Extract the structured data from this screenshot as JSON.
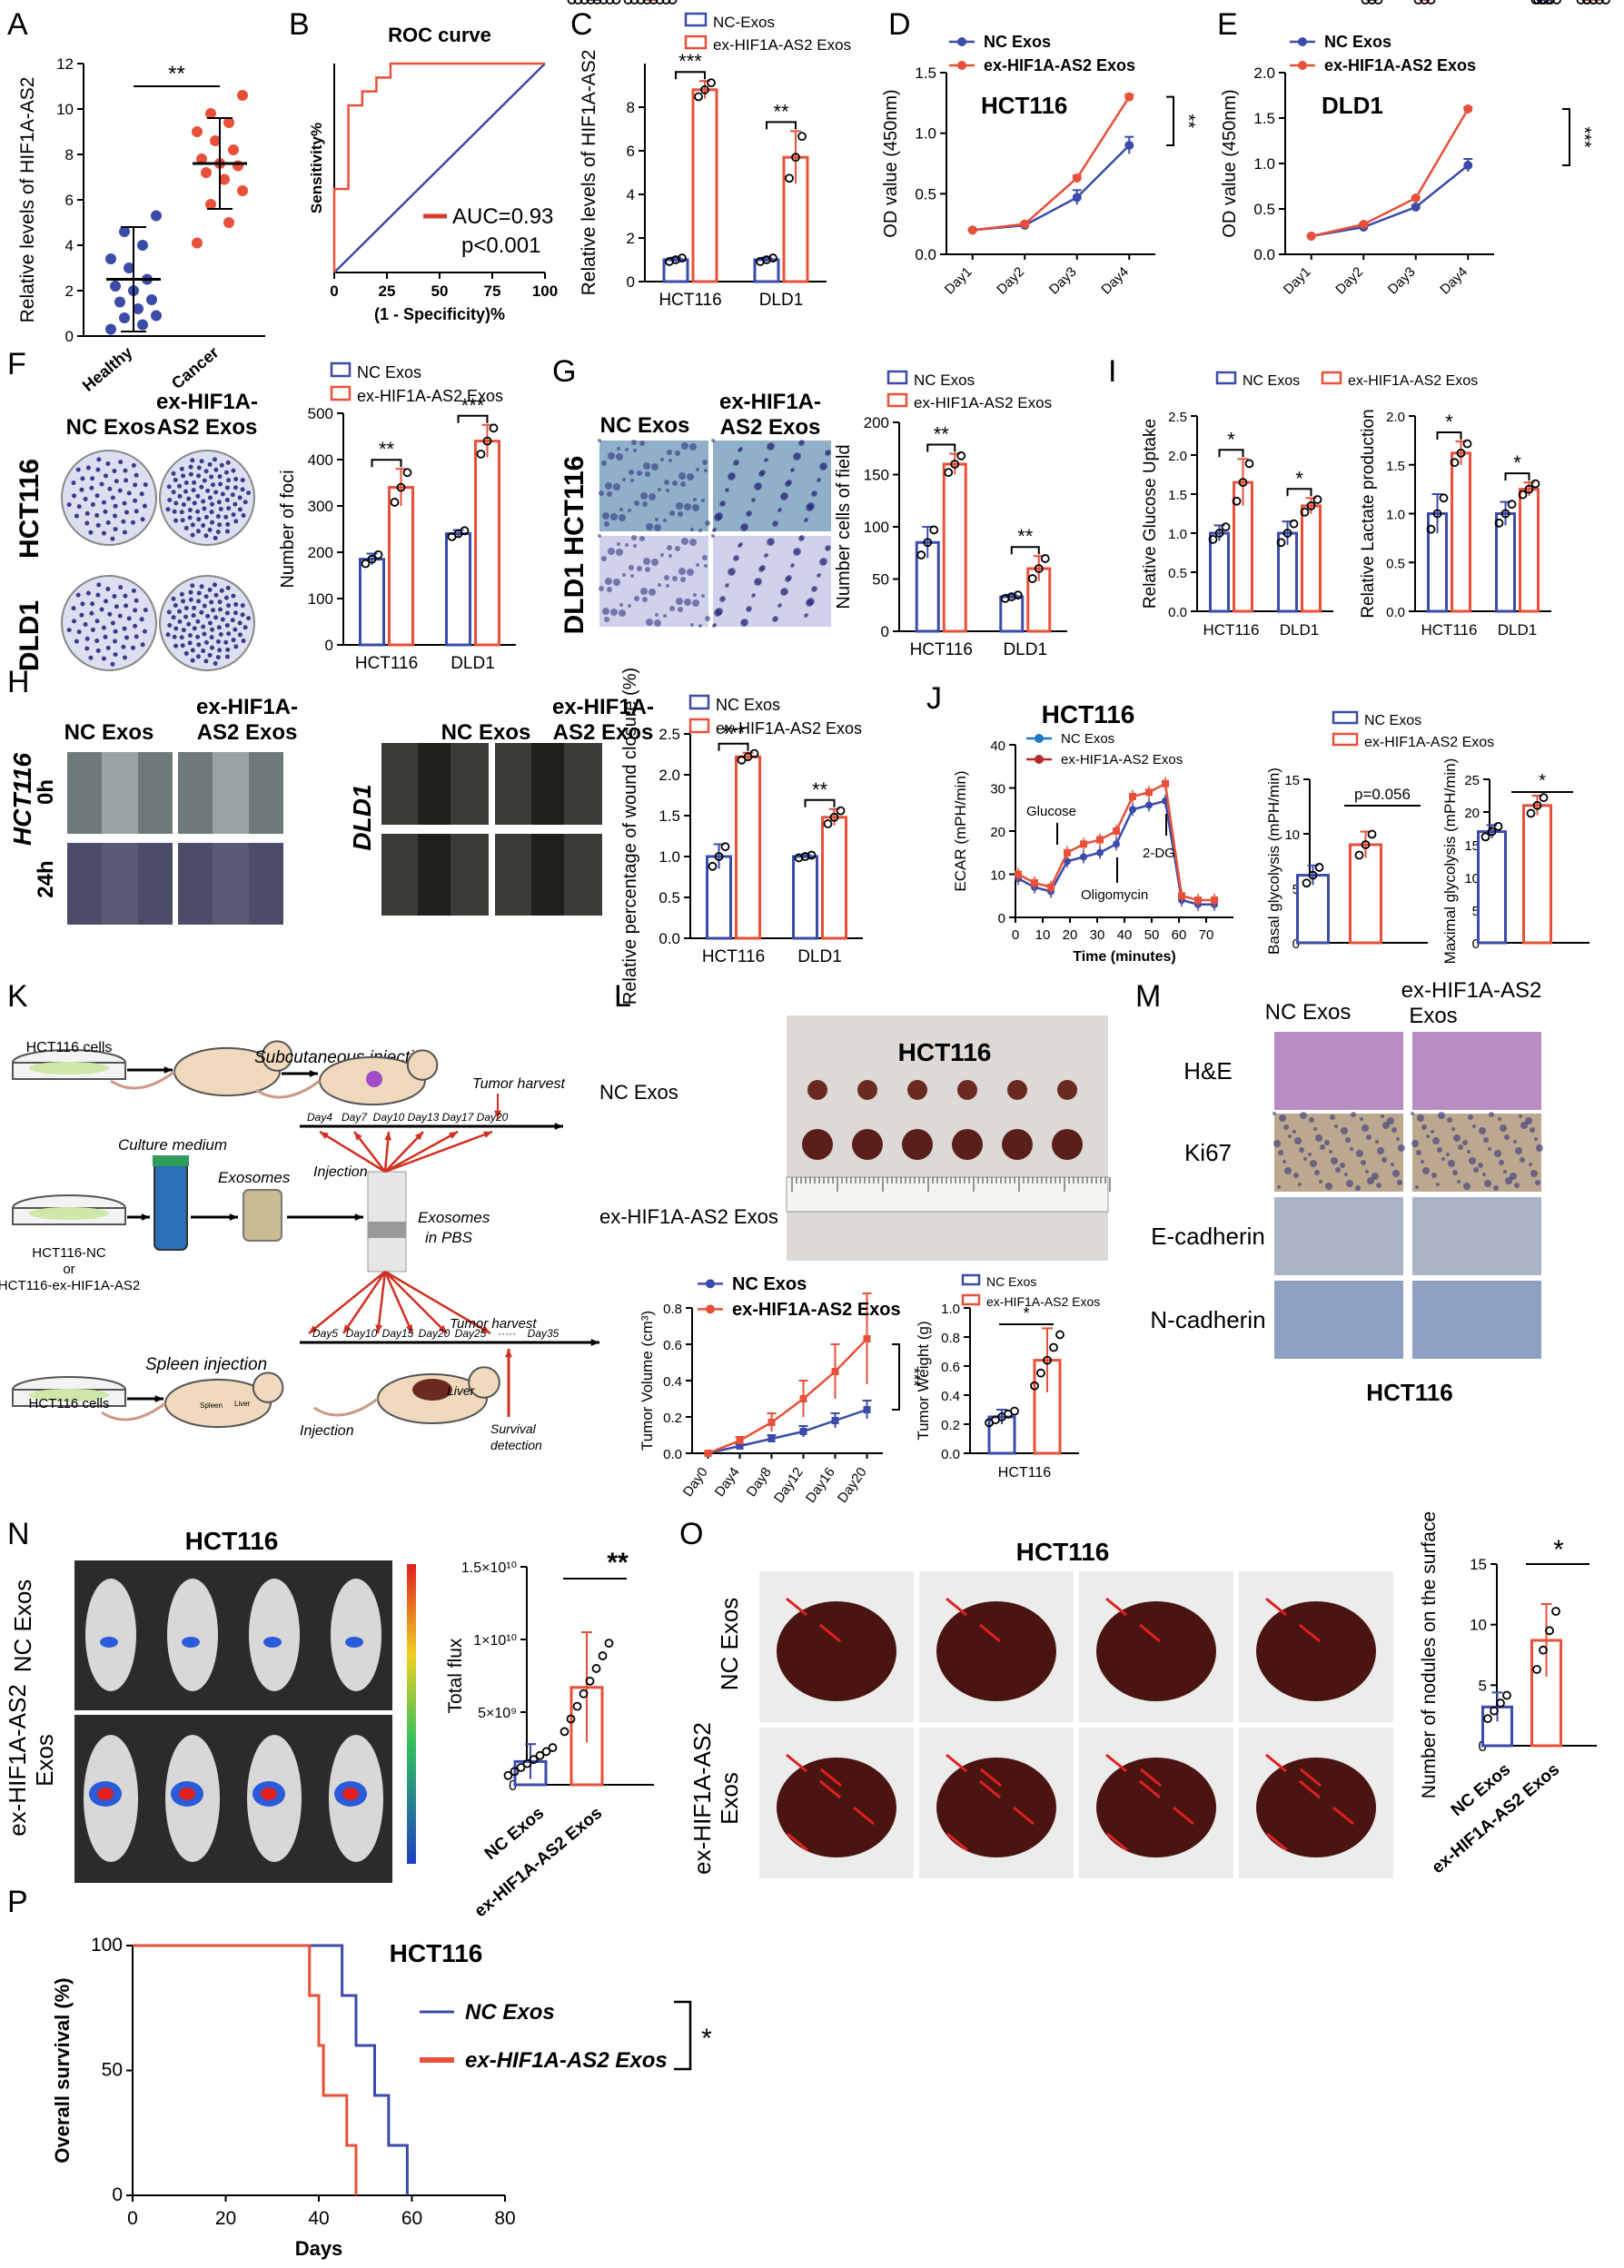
{
  "colors": {
    "nc": "#3b4ba8",
    "ex": "#e8503a",
    "axis": "#000000"
  },
  "chart_data": [
    {
      "panel": "A",
      "type": "scatter",
      "ylabel": "Relative levels of HIF1A-AS2",
      "categories": [
        "Healthy",
        "Cancer"
      ],
      "ylim": [
        0,
        12
      ],
      "yticks": [
        0,
        2,
        4,
        6,
        8,
        10,
        12
      ],
      "means": [
        2.5,
        7.6
      ],
      "sd": [
        2.3,
        2.0
      ],
      "points": [
        [
          0.3,
          0.5,
          0.8,
          0.9,
          1.2,
          1.5,
          1.6,
          2.0,
          2.2,
          2.5,
          3.0,
          3.4,
          4.0,
          4.6,
          5.3
        ],
        [
          4.1,
          5.0,
          5.8,
          6.4,
          6.9,
          7.2,
          7.5,
          7.6,
          7.8,
          8.2,
          8.6,
          9.0,
          9.4,
          9.8,
          10.6
        ]
      ],
      "significance": "**"
    },
    {
      "panel": "B",
      "type": "line",
      "title": "ROC curve",
      "xlabel": "(1 - Specificity)%",
      "ylabel": "Sensitivity%",
      "xlim": [
        0,
        100
      ],
      "ylim": [
        0,
        100
      ],
      "xticks": [
        0,
        25,
        50,
        75,
        100
      ],
      "roc": [
        [
          0,
          0
        ],
        [
          0,
          40
        ],
        [
          6.7,
          40
        ],
        [
          6.7,
          80
        ],
        [
          13.3,
          80
        ],
        [
          13.3,
          86.7
        ],
        [
          20,
          86.7
        ],
        [
          20,
          93.3
        ],
        [
          26.7,
          93.3
        ],
        [
          26.7,
          100
        ],
        [
          100,
          100
        ]
      ],
      "annotations": [
        "AUC=0.93",
        "p<0.001"
      ]
    },
    {
      "panel": "C",
      "type": "bar",
      "ylabel": "Relative levels of HIF1A-AS2",
      "categories": [
        "HCT116",
        "DLD1"
      ],
      "ylim": [
        0,
        10
      ],
      "yticks": [
        0,
        2,
        4,
        6,
        8
      ],
      "series": [
        {
          "name": "NC-Exos",
          "values": [
            1.0,
            1.0
          ],
          "sd": [
            0.1,
            0.1
          ]
        },
        {
          "name": "ex-HIF1A-AS2 Exos",
          "values": [
            8.8,
            5.7
          ],
          "sd": [
            0.4,
            1.2
          ]
        }
      ],
      "significance": [
        "***",
        "**"
      ]
    },
    {
      "panel": "D",
      "type": "line",
      "title": "HCT116",
      "ylabel": "OD value (450nm)",
      "categories": [
        "Day1",
        "Day2",
        "Day3",
        "Day4"
      ],
      "ylim": [
        0,
        1.5
      ],
      "yticks": [
        0.0,
        0.5,
        1.0,
        1.5
      ],
      "series": [
        {
          "name": "NC Exos",
          "values": [
            0.2,
            0.24,
            0.47,
            0.9
          ],
          "sd": [
            0.01,
            0.02,
            0.06,
            0.07
          ]
        },
        {
          "name": "ex-HIF1A-AS2 Exos",
          "values": [
            0.2,
            0.25,
            0.63,
            1.3
          ],
          "sd": [
            0.01,
            0.01,
            0.02,
            0.02
          ]
        }
      ],
      "significance": "**"
    },
    {
      "panel": "E",
      "type": "line",
      "title": "DLD1",
      "ylabel": "OD value (450nm)",
      "categories": [
        "Day1",
        "Day2",
        "Day3",
        "Day4"
      ],
      "ylim": [
        0,
        2.0
      ],
      "yticks": [
        0.0,
        0.5,
        1.0,
        1.5,
        2.0
      ],
      "series": [
        {
          "name": "NC Exos",
          "values": [
            0.2,
            0.3,
            0.52,
            0.98
          ],
          "sd": [
            0.01,
            0.01,
            0.02,
            0.07
          ]
        },
        {
          "name": "ex-HIF1A-AS2 Exos",
          "values": [
            0.2,
            0.33,
            0.62,
            1.6
          ],
          "sd": [
            0.01,
            0.01,
            0.01,
            0.02
          ]
        }
      ],
      "significance": "***"
    },
    {
      "panel": "F",
      "type": "bar",
      "ylabel": "Number of foci",
      "categories": [
        "HCT116",
        "DLD1"
      ],
      "ylim": [
        0,
        500
      ],
      "yticks": [
        0,
        100,
        200,
        300,
        400,
        500
      ],
      "series": [
        {
          "name": "NC Exos",
          "values": [
            185,
            240
          ],
          "sd": [
            12,
            8
          ]
        },
        {
          "name": "ex-HIF1A-AS2 Exos",
          "values": [
            340,
            440
          ],
          "sd": [
            40,
            35
          ]
        }
      ],
      "significance": [
        "**",
        "***"
      ]
    },
    {
      "panel": "G",
      "type": "bar",
      "ylabel": "Number cells of field",
      "categories": [
        "HCT116",
        "DLD1"
      ],
      "ylim": [
        0,
        200
      ],
      "yticks": [
        0,
        50,
        100,
        150,
        200
      ],
      "series": [
        {
          "name": "NC Exos",
          "values": [
            85,
            33
          ],
          "sd": [
            15,
            2
          ]
        },
        {
          "name": "ex-HIF1A-AS2 Exos",
          "values": [
            160,
            60
          ],
          "sd": [
            10,
            12
          ]
        }
      ],
      "significance": [
        "**",
        "**"
      ]
    },
    {
      "panel": "I1",
      "type": "bar",
      "ylabel": "Relative Glucose Uptake",
      "categories": [
        "HCT116",
        "DLD1"
      ],
      "ylim": [
        0,
        2.5
      ],
      "yticks": [
        0.0,
        0.5,
        1.0,
        1.5,
        2.0,
        2.5
      ],
      "series": [
        {
          "name": "NC Exos",
          "values": [
            1.0,
            1.0
          ],
          "sd": [
            0.1,
            0.15
          ]
        },
        {
          "name": "ex-HIF1A-AS2 Exos",
          "values": [
            1.65,
            1.35
          ],
          "sd": [
            0.3,
            0.1
          ]
        }
      ],
      "significance": [
        "*",
        "*"
      ]
    },
    {
      "panel": "I2",
      "type": "bar",
      "ylabel": "Relative Lactate production",
      "categories": [
        "HCT116",
        "DLD1"
      ],
      "ylim": [
        0,
        2.0
      ],
      "yticks": [
        0.0,
        0.5,
        1.0,
        1.5,
        2.0
      ],
      "series": [
        {
          "name": "NC Exos",
          "values": [
            1.0,
            1.0
          ],
          "sd": [
            0.2,
            0.12
          ]
        },
        {
          "name": "ex-HIF1A-AS2 Exos",
          "values": [
            1.62,
            1.25
          ],
          "sd": [
            0.12,
            0.07
          ]
        }
      ],
      "significance": [
        "*",
        "*"
      ]
    },
    {
      "panel": "H",
      "type": "bar",
      "ylabel": "Relative percentage of wound closure (%)",
      "categories": [
        "HCT116",
        "DLD1"
      ],
      "ylim": [
        0,
        2.5
      ],
      "yticks": [
        0.0,
        0.5,
        1.0,
        1.5,
        2.0,
        2.5
      ],
      "series": [
        {
          "name": "NC Exos",
          "values": [
            1.0,
            1.0
          ],
          "sd": [
            0.15,
            0.02
          ]
        },
        {
          "name": "ex-HIF1A-AS2 Exos",
          "values": [
            2.22,
            1.48
          ],
          "sd": [
            0.05,
            0.1
          ]
        }
      ],
      "significance": [
        "***",
        "**"
      ]
    },
    {
      "panel": "J1",
      "type": "line",
      "title": "HCT116",
      "xlabel": "Time (minutes)",
      "ylabel": "ECAR (mPH/min)",
      "xlim": [
        0,
        80
      ],
      "ylim": [
        0,
        40
      ],
      "xticks": [
        0,
        10,
        20,
        30,
        40,
        50,
        60,
        70
      ],
      "yticks": [
        0,
        10,
        20,
        30,
        40
      ],
      "x": [
        1,
        7,
        13,
        19,
        25,
        31,
        37,
        43,
        49,
        55,
        61,
        67,
        73
      ],
      "series": [
        {
          "name": "NC Exos",
          "values": [
            9,
            7,
            6,
            13,
            14,
            15,
            17,
            25,
            26,
            27,
            4,
            3,
            3
          ]
        },
        {
          "name": "ex-HIF1A-AS2 Exos",
          "values": [
            10,
            8,
            7,
            15,
            17,
            18,
            20,
            28,
            29,
            31,
            5,
            4,
            4
          ]
        }
      ],
      "annotations": [
        "Glucose",
        "Oligomycin",
        "2-DG"
      ]
    },
    {
      "panel": "J2",
      "type": "bar",
      "ylabel": "Basal glycolysis (mPH/min)",
      "categories": [
        "NC Exos",
        "ex-HIF1A-AS2 Exos"
      ],
      "ylim": [
        0,
        15
      ],
      "yticks": [
        0,
        5,
        10,
        15
      ],
      "series": [
        {
          "name": "NC Exos",
          "values": [
            6.2
          ],
          "sd": [
            0.9
          ]
        },
        {
          "name": "ex-HIF1A-AS2 Exos",
          "values": [
            9.0
          ],
          "sd": [
            1.2
          ]
        }
      ],
      "significance": "p=0.056"
    },
    {
      "panel": "J3",
      "type": "bar",
      "ylabel": "Maximal glycolysis (mPH/min)",
      "categories": [
        "NC Exos",
        "ex-HIF1A-AS2 Exos"
      ],
      "ylim": [
        0,
        25
      ],
      "yticks": [
        0,
        5,
        10,
        15,
        20,
        25
      ],
      "series": [
        {
          "name": "NC Exos",
          "values": [
            17
          ],
          "sd": [
            1
          ]
        },
        {
          "name": "ex-HIF1A-AS2 Exos",
          "values": [
            21
          ],
          "sd": [
            1.5
          ]
        }
      ],
      "significance": "*"
    },
    {
      "panel": "L1",
      "type": "line",
      "ylabel": "Tumor Volume (cm³)",
      "categories": [
        "Day0",
        "Day4",
        "Day8",
        "Day12",
        "Day16",
        "Day20"
      ],
      "ylim": [
        0,
        0.8
      ],
      "yticks": [
        0.0,
        0.2,
        0.4,
        0.6,
        0.8
      ],
      "series": [
        {
          "name": "NC Exos",
          "values": [
            0.0,
            0.04,
            0.08,
            0.12,
            0.18,
            0.24
          ],
          "sd": [
            0,
            0.01,
            0.02,
            0.03,
            0.04,
            0.05
          ]
        },
        {
          "name": "ex-HIF1A-AS2 Exos",
          "values": [
            0.0,
            0.07,
            0.17,
            0.3,
            0.45,
            0.63
          ],
          "sd": [
            0,
            0.02,
            0.05,
            0.1,
            0.15,
            0.25
          ]
        }
      ],
      "significance": "***"
    },
    {
      "panel": "L2",
      "type": "bar",
      "ylabel": "Tumor Weight (g)",
      "categories": [
        "HCT116"
      ],
      "ylim": [
        0,
        1.0
      ],
      "yticks": [
        0.0,
        0.2,
        0.4,
        0.6,
        0.8,
        1.0
      ],
      "series": [
        {
          "name": "NC Exos",
          "values": [
            0.25
          ],
          "sd": [
            0.05
          ]
        },
        {
          "name": "ex-HIF1A-AS2 Exos",
          "values": [
            0.64
          ],
          "sd": [
            0.22
          ]
        }
      ],
      "significance": "*"
    },
    {
      "panel": "N",
      "type": "bar",
      "ylabel": "Total flux",
      "categories": [
        "NC Exos",
        "ex-HIF1A-AS2 Exos"
      ],
      "ylim": [
        0,
        15000000000.0
      ],
      "yticks": [
        0,
        5000000000.0,
        10000000000.0,
        15000000000.0
      ],
      "ytick_labels": [
        "0",
        "5×10⁹",
        "1×10¹⁰",
        "1.5×10¹⁰"
      ],
      "series": [
        {
          "name": "NC Exos",
          "values": [
            1600000000.0
          ],
          "sd": [
            1200000000.0
          ]
        },
        {
          "name": "ex-HIF1A-AS2 Exos",
          "values": [
            6700000000.0
          ],
          "sd": [
            3800000000.0
          ]
        }
      ],
      "significance": "**"
    },
    {
      "panel": "O",
      "type": "bar",
      "ylabel": "Number of nodules on the surface",
      "categories": [
        "NC Exos",
        "ex-HIF1A-AS2 Exos"
      ],
      "ylim": [
        0,
        15
      ],
      "yticks": [
        0,
        5,
        10,
        15
      ],
      "series": [
        {
          "name": "NC Exos",
          "values": [
            3.2
          ],
          "sd": [
            1.2
          ]
        },
        {
          "name": "ex-HIF1A-AS2 Exos",
          "values": [
            8.7
          ],
          "sd": [
            3.0
          ]
        }
      ],
      "significance": "*"
    },
    {
      "panel": "P",
      "type": "line",
      "title": "HCT116",
      "xlabel": "Days",
      "ylabel": "Overall survival (%)",
      "xlim": [
        0,
        80
      ],
      "ylim": [
        0,
        100
      ],
      "xticks": [
        0,
        20,
        40,
        60,
        80
      ],
      "yticks": [
        0,
        50,
        100
      ],
      "series": [
        {
          "name": "NC Exos",
          "steps": [
            [
              0,
              100
            ],
            [
              45,
              100
            ],
            [
              45,
              80
            ],
            [
              48,
              80
            ],
            [
              48,
              60
            ],
            [
              52,
              60
            ],
            [
              52,
              40
            ],
            [
              55,
              40
            ],
            [
              55,
              20
            ],
            [
              59,
              20
            ],
            [
              59,
              0
            ]
          ]
        },
        {
          "name": "ex-HIF1A-AS2 Exos",
          "steps": [
            [
              0,
              100
            ],
            [
              38,
              100
            ],
            [
              38,
              80
            ],
            [
              40,
              80
            ],
            [
              40,
              60
            ],
            [
              41,
              60
            ],
            [
              41,
              40
            ],
            [
              46,
              40
            ],
            [
              46,
              20
            ],
            [
              48,
              20
            ],
            [
              48,
              0
            ]
          ]
        }
      ],
      "significance": "*"
    }
  ],
  "labels": {
    "F": {
      "title_cols": [
        "NC Exos",
        "ex-HIF1A-",
        "AS2 Exos"
      ],
      "rows": [
        "HCT116",
        "DLD1"
      ]
    },
    "G": {
      "title_cols": [
        "NC Exos",
        "ex-HIF1A-",
        "AS2 Exos"
      ],
      "row": "DLD1 HCT116"
    },
    "H": {
      "cols": [
        "NC Exos",
        "ex-HIF1A-",
        "AS2 Exos"
      ],
      "rows": [
        "0h",
        "24h"
      ],
      "cell1": "HCT116",
      "cell2": "DLD1"
    },
    "K": {
      "hct_cells": "HCT116 cells",
      "subq": "Subcutaneous injection",
      "tumor_harvest": "Tumor harvest",
      "days_top": [
        "Day4",
        "Day7",
        "Day10",
        "Day13",
        "Day17",
        "Day20"
      ],
      "culture": "Culture medium",
      "exosomes": "Exosomes",
      "injection": "Injection",
      "exos_pbs": [
        "Exosomes",
        "in PBS"
      ],
      "hct_nc": [
        "HCT116-NC",
        "or",
        "HCT116-ex-HIF1A-AS2"
      ],
      "spleen_inj": "Spleen injection",
      "days_bot": [
        "Day5",
        "Day10",
        "Day15",
        "Day20",
        "Day25",
        "·····",
        "Day35"
      ],
      "survival": [
        "Survival",
        "detection"
      ],
      "spleen": "Spleen",
      "liver": "Liver"
    },
    "L": {
      "title": "HCT116",
      "row1": "NC Exos",
      "row2": "ex-HIF1A-AS2 Exos"
    },
    "M": {
      "col1": "NC Exos",
      "col2a": "ex-HIF1A-AS2",
      "col2b": "Exos",
      "rows": [
        "H&E",
        "Ki67",
        "E-cadherin",
        "N-cadherin"
      ],
      "footer": "HCT116"
    },
    "N": {
      "title": "HCT116",
      "row1": "NC Exos",
      "row2a": "ex-HIF1A-AS2",
      "row2b": "Exos"
    },
    "O": {
      "title": "HCT116",
      "row1": "NC Exos",
      "row2a": "ex-HIF1A-AS2",
      "row2b": "Exos"
    }
  }
}
